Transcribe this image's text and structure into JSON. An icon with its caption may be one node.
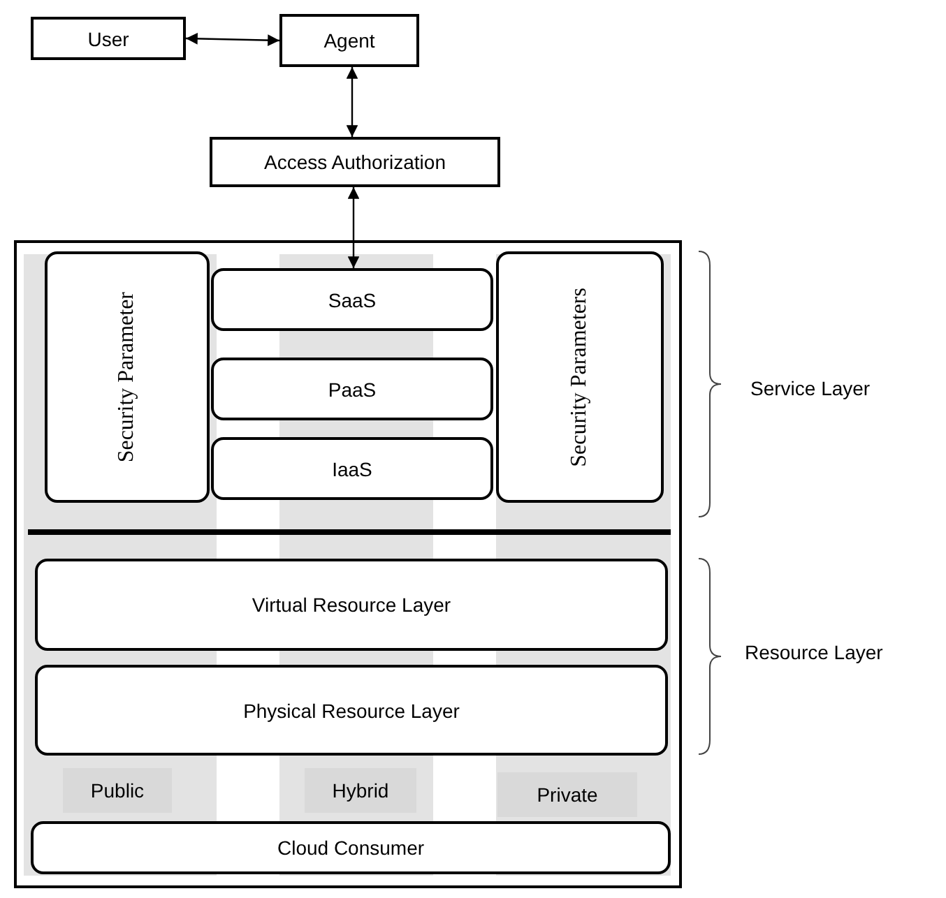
{
  "diagram": {
    "nodes": [
      {
        "text": [
          "User"
        ]
      },
      {
        "text": [
          "Agent"
        ]
      },
      {
        "text": [
          "Access Authorization"
        ]
      },
      {
        "text": [],
        "shape": "box"
      },
      {
        "text": [
          "Security Parameter"
        ],
        "in": 3
      },
      {
        "text": [
          "SaaS"
        ],
        "in": 3
      },
      {
        "text": [
          "PaaS"
        ],
        "in": 3
      },
      {
        "text": [
          "IaaS"
        ],
        "in": 3
      },
      {
        "text": [
          "Security Parameters"
        ],
        "in": 3
      },
      {
        "text": [
          "Virtual Resource Layer"
        ],
        "in": 3
      },
      {
        "text": [
          "Physical Resource Layer"
        ],
        "in": 3
      },
      {
        "text": [
          "Public"
        ],
        "in": 3
      },
      {
        "text": [
          "Hybrid"
        ],
        "in": 3
      },
      {
        "text": [
          "Private"
        ],
        "in": 3
      },
      {
        "text": [
          "Cloud Consumer"
        ],
        "in": 3
      }
    ],
    "edges": [
      {
        "from": 0,
        "to": 1,
        "arrow": "both"
      },
      {
        "from": 1,
        "to": 2,
        "arrow": "both"
      },
      {
        "from": 2,
        "to": 5,
        "arrow": "both"
      }
    ],
    "labels": [
      "Service Layer",
      "Resource Layer"
    ]
  }
}
